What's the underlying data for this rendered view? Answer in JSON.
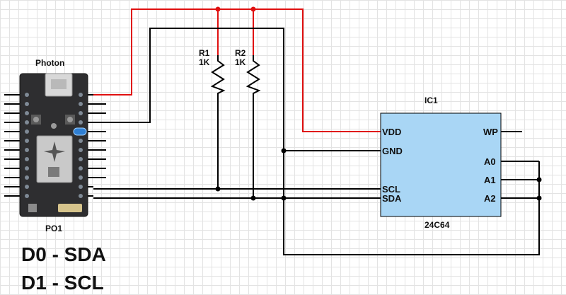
{
  "photon": {
    "title": "Photon",
    "ref": "PO1"
  },
  "resistors": [
    {
      "ref": "R1",
      "value": "1K"
    },
    {
      "ref": "R2",
      "value": "1K"
    }
  ],
  "ic": {
    "ref": "IC1",
    "part": "24C64",
    "pins_left": [
      "VDD",
      "GND",
      "SCL",
      "SDA"
    ],
    "pins_right": [
      "WP",
      "A0",
      "A1",
      "A2"
    ]
  },
  "notes": [
    "D0 - SDA",
    "D1 - SCL"
  ],
  "colors": {
    "power_wire": "#e01010",
    "signal_wire": "#000000",
    "ic_fill": "#a9d6f5"
  }
}
